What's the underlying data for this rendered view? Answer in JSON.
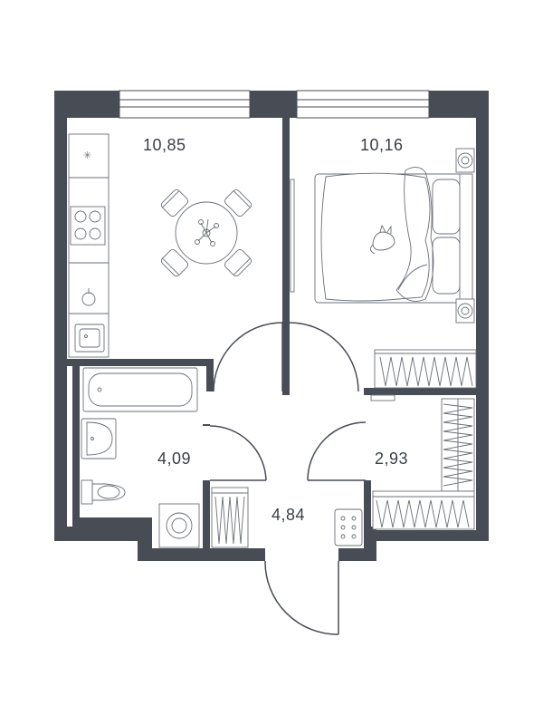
{
  "rooms": {
    "kitchen_living": {
      "area": "10,85"
    },
    "bedroom": {
      "area": "10,16"
    },
    "bathroom": {
      "area": "4,09"
    },
    "wardrobe": {
      "area": "2,93"
    },
    "hallway": {
      "area": "4,84"
    }
  },
  "colors": {
    "wall": "#484d55",
    "line": "#6a6f77",
    "text": "#3a3f47",
    "background": "#ffffff"
  },
  "icons": [
    "cooktop-icon",
    "sink-icon",
    "table-with-chairs-icon",
    "double-bed-icon",
    "bathtub-icon",
    "washbasin-icon",
    "toilet-icon",
    "washing-machine-icon",
    "electrical-panel-icon",
    "nightstand-lamp-icon"
  ]
}
